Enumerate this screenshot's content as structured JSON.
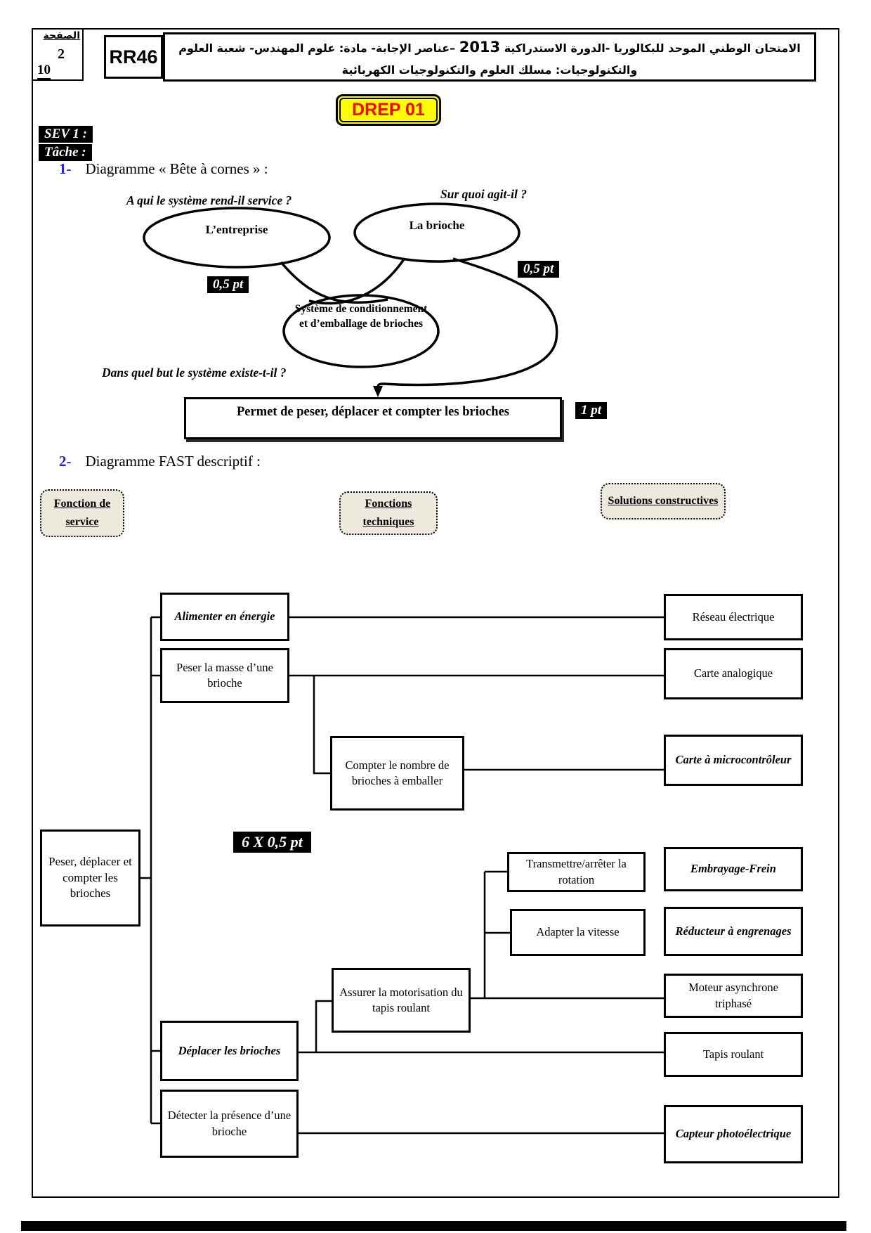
{
  "header": {
    "page_label": "الصفحة",
    "page_current": "2",
    "page_total": "10",
    "exam_code": "RR46",
    "title_line1_a": "الامتحان الوطني الموحد للبكالوريا -الدورة الاستدراكية ",
    "title_year": "2013",
    "title_line1_b": " –عناصر الإجابة- مادة: علوم المهندس- شعبة العلوم",
    "title_line2": "والتكنولوجيات: مسلك العلوم والتكنولوجيات الكهربائية"
  },
  "doc_ref": "DREP 01",
  "labels": {
    "sev": "SEV 1 :",
    "tache": "Tâche :"
  },
  "bete_a_cornes": {
    "number": "1-",
    "title": "Diagramme « Bête à cornes » :",
    "question_service": "A qui le système rend-il service ?",
    "question_agit": "Sur  quoi agit-il ?",
    "question_but": "Dans quel but le système existe-t-il ?",
    "oval_service": "L’entreprise",
    "oval_matiere": "La brioche",
    "oval_systeme": "Système de conditionnement et d’emballage de brioches",
    "fonction_globale": "Permet de peser, déplacer et compter les brioches",
    "mark_left": "0,5 pt",
    "mark_right": "0,5 pt",
    "mark_fonction": "1 pt"
  },
  "fast": {
    "number": "2-",
    "title": "Diagramme FAST descriptif :",
    "col_service": "Fonction de service",
    "col_techniques": "Fonctions techniques",
    "col_solutions": "Solutions constructives",
    "mark": "6  X 0,5 pt",
    "root": "Peser, déplacer et compter les brioches",
    "functions": {
      "alimenter": "Alimenter en énergie",
      "peser": "Peser la masse d’une brioche",
      "compter": "Compter le nombre de brioches à emballer",
      "transmettre": "Transmettre/arrêter la rotation",
      "adapter": "Adapter la vitesse",
      "assurer": "Assurer la motorisation du tapis roulant",
      "deplacer": "Déplacer les brioches",
      "detecter": "Détecter la présence d’une brioche"
    },
    "solutions": {
      "reseau": "Réseau électrique",
      "carte_analogique": "Carte analogique",
      "carte_micro": "Carte à microcontrôleur",
      "embrayage": "Embrayage-Frein",
      "reducteur": "Réducteur à engrenages",
      "moteur": "Moteur asynchrone triphasé",
      "tapis": "Tapis roulant",
      "capteur": "Capteur photoélectrique"
    }
  },
  "colors": {
    "accent_blue": "#2222cc",
    "ref_red": "#ff0000",
    "ref_yellow": "#ffff00",
    "badge_bg": "#000000",
    "header_box_bg": "#edeadd"
  }
}
